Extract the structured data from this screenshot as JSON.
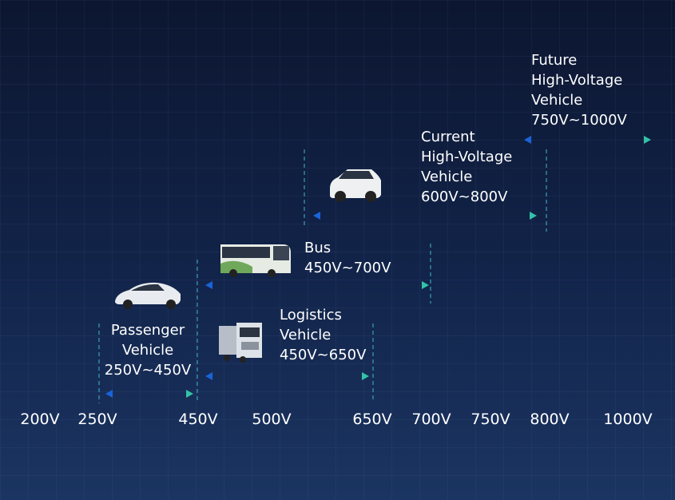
{
  "axis": {
    "ticks": [
      "200V",
      "250V",
      "450V",
      "500V",
      "650V",
      "700V",
      "750V",
      "800V",
      "1000V"
    ]
  },
  "colors": {
    "arrow_start": "#1a63d8",
    "arrow_end": "#33c2a8",
    "dash": "#3aa0b8"
  },
  "segments": [
    {
      "id": "passenger",
      "lines": [
        "Passenger",
        "Vehicle",
        "250V~450V"
      ],
      "icon": "sedan-car-icon"
    },
    {
      "id": "logistics",
      "lines": [
        "Logistics",
        "Vehicle",
        "450V~650V"
      ],
      "icon": "truck-icon"
    },
    {
      "id": "bus",
      "lines": [
        "Bus",
        "450V~700V"
      ],
      "icon": "bus-icon"
    },
    {
      "id": "current",
      "lines": [
        "Current",
        "High-Voltage",
        "Vehicle",
        "600V~800V"
      ],
      "icon": "suv-icon"
    },
    {
      "id": "future",
      "lines": [
        "Future",
        "High-Voltage",
        "Vehicle",
        "750V~1000V"
      ]
    }
  ]
}
